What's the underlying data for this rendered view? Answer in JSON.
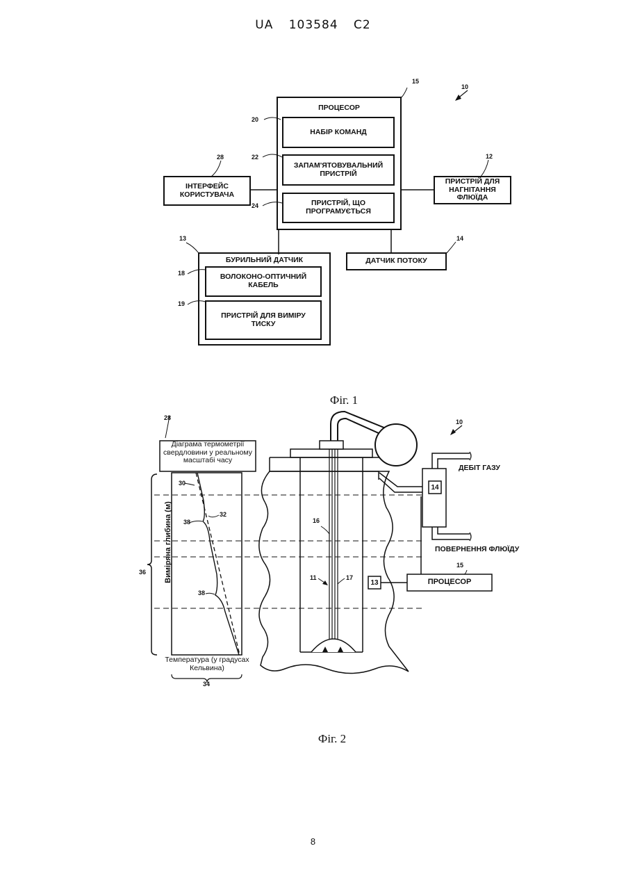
{
  "header": {
    "office": "UA",
    "number": "103584",
    "kind": "C2"
  },
  "page_number": "8",
  "fig1": {
    "caption": "Фіг. 1",
    "system_ref": "10",
    "processor": {
      "ref": "15",
      "title": "ПРОЦЕСОР"
    },
    "instructions": {
      "ref": "20",
      "label": "НАБІР КОМАНД"
    },
    "memory": {
      "ref": "22",
      "label": "ЗАПАМ'ЯТОВУВАЛЬНИЙ ПРИСТРІЙ"
    },
    "programmable": {
      "ref": "24",
      "label": "ПРИСТРІЙ, ЩО ПРОГРАМУЄТЬСЯ"
    },
    "user_interface": {
      "ref": "28",
      "label": "ІНТЕРФЕЙС КОРИСТУВАЧА"
    },
    "fluid_injector": {
      "ref": "12",
      "label": "ПРИСТРІЙ ДЛЯ НАГНІТАННЯ ФЛЮЇДА"
    },
    "drill_sensor": {
      "ref": "13",
      "title": "БУРИЛЬНИЙ ДАТЧИК"
    },
    "fiber_cable": {
      "ref": "18",
      "label": "ВОЛОКОНО-ОПТИЧНИЙ КАБЕЛЬ"
    },
    "pressure_device": {
      "ref": "19",
      "label": "ПРИСТРІЙ ДЛЯ ВИМІРУ ТИСКУ"
    },
    "flow_sensor": {
      "ref": "14",
      "label": "ДАТЧИК ПОТОКУ"
    }
  },
  "fig2": {
    "caption": "Фіг. 2",
    "system_ref": "10",
    "chart_title_ref": "28",
    "chart_title": "Діаграма термометрії свердловини у реальному масштабі часу",
    "y_label": "Виміряна глибина (м)",
    "x_label": "Температура (у градусах Кельвина)",
    "ref_30": "30",
    "ref_32": "32",
    "ref_38a": "38",
    "ref_38b": "38",
    "ref_36": "36",
    "ref_34": "34",
    "ref_16": "16",
    "ref_11": "11",
    "ref_17": "17",
    "ref_13": "13",
    "ref_14": "14",
    "processor_ref": "15",
    "processor_label": "ПРОЦЕСОР",
    "gas_rate": "ДЕБІТ ГАЗУ",
    "fluid_return": "ПОВЕРНЕННЯ ФЛЮЇДУ"
  }
}
